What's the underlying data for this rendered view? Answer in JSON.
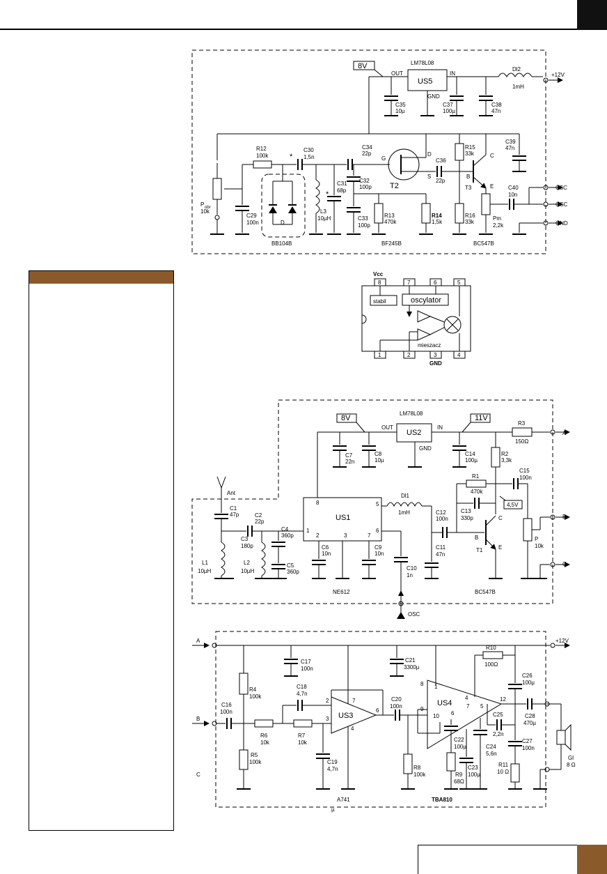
{
  "page": {
    "accent": "#8b5a2b"
  },
  "c1": {
    "reg": "LM78L08",
    "reg_id": "US5",
    "tag8v": "8V",
    "out": "OUT",
    "in": "IN",
    "gnd": "GND",
    "c35": "C35",
    "c35v": "10µ",
    "c37": "C37",
    "c37v": "100µ",
    "c38": "C38",
    "c38v": "47n",
    "dl2": "Dl2",
    "dl2v": "1mH",
    "p12": "+12V",
    "c39": "C39",
    "c39v": "47n",
    "r12": "R12",
    "r12v": "100k",
    "c30": "C30",
    "c30v": "1,5n",
    "c34": "C34",
    "c34v": "22p",
    "g": "G",
    "d": "D",
    "s": "S",
    "c36": "C36",
    "c36v": "22p",
    "r15": "R15",
    "r15v": "33k",
    "b": "B",
    "c": "C",
    "e": "E",
    "c31": "C31",
    "c31v": "68p",
    "c32": "C32",
    "c32v": "100p",
    "t2": "T2",
    "t3": "T3",
    "c40": "C40",
    "c40v": "10n",
    "csc": "CSC",
    "osc": "OSC",
    "pobr": "P",
    "pobr_sub": "obr",
    "pobrv": "10k",
    "c29": "C29",
    "c29v": "100n",
    "dd": "D",
    "l3": "L3",
    "l3v": "10µH",
    "c33": "C33",
    "c33v": "100p",
    "r13": "R13",
    "r13v": "470k",
    "r14": "R14",
    "r14v": "1,5k",
    "r16": "R16",
    "r16v": "33k",
    "pm": "Pm",
    "pmv": "2,2k",
    "gndp": "GND",
    "bb": "BB104B",
    "bf": "BF245B",
    "bc": "BC547B",
    "star": "*"
  },
  "ic": {
    "vcc": "Vcc",
    "gnd": "GND",
    "stabil": "stabil",
    "osc": "oscylator",
    "mix": "mieszacz",
    "pins": [
      "8",
      "7",
      "6",
      "5",
      "1",
      "2",
      "3",
      "4"
    ]
  },
  "c2": {
    "reg": "LM78L08",
    "reg_id": "US2",
    "tag8v": "8V",
    "tag11v": "11V",
    "out": "OUT",
    "in": "IN",
    "gnd": "GND",
    "r3": "R3",
    "r3v": "150Ω",
    "a": "A",
    "c7": "C7",
    "c7v": "22n",
    "c8": "C8",
    "c8v": "10µ",
    "c14": "C14",
    "c14v": "100µ",
    "r2": "R2",
    "r2v": "3,3k",
    "c15": "C15",
    "c15v": "100n",
    "ant": "Ant",
    "p8": "8",
    "p5": "5",
    "dl1": "Dl1",
    "dl1v": "1mH",
    "r1": "R1",
    "r1v": "470k",
    "t45": "4,5V",
    "c1": "C1",
    "c1v": "47p",
    "c2": "C2",
    "c2v": "22p",
    "us1": "US1",
    "c12": "C12",
    "c12v": "100n",
    "c13": "C13",
    "c13v": "330p",
    "c": "C",
    "b": "B",
    "bb": "B",
    "c3": "C3",
    "c3v": "180p",
    "c4": "C4",
    "c4v": "360p",
    "p1": "1",
    "p2": "2",
    "p3": "3",
    "p7": "7",
    "p6": "6",
    "c11": "C11",
    "c11v": "47n",
    "p": "P",
    "pv": "10k",
    "t1": "T1",
    "e": "E",
    "l1": "L1",
    "l1v": "10µH",
    "l2": "L2",
    "l2v": "10µH",
    "c5": "C5",
    "c5v": "360p",
    "c6": "C6",
    "c6v": "10n",
    "c9": "C9",
    "c9v": "10n",
    "c10": "C10",
    "c10v": "1n",
    "cc": "C",
    "ne": "NE612",
    "bc": "BC547B",
    "osc": "OSC"
  },
  "c3": {
    "a": "A",
    "p12": "+12V",
    "c17": "C17",
    "c17v": "100n",
    "c21": "C21",
    "c21v": "3300µ",
    "r10": "R10",
    "r10v": "100Ω",
    "r4": "R4",
    "r4v": "100k",
    "c18": "C18",
    "c18v": "4,7n",
    "p7": "7",
    "p8": "8",
    "p1": "1",
    "c26": "C26",
    "c26v": "100µ",
    "us4": "US4",
    "p4": "4",
    "p12b": "12",
    "p2": "2",
    "c16": "C16",
    "c16v": "100n",
    "c20": "C20",
    "c20v": "100n",
    "us3": "US3",
    "p6": "6",
    "p5": "5",
    "p9": "9",
    "c28": "C28",
    "c28v": "470µ",
    "b": "B",
    "p3": "3",
    "p4b": "4",
    "p10": "10",
    "p6b": "6",
    "p7b": "7",
    "c25": "C25",
    "c25v": "2,2n",
    "r6": "R6",
    "r6v": "10k",
    "r7": "R7",
    "r7v": "10k",
    "c22": "C22",
    "c22v": "100µ",
    "c24": "C24",
    "c24v": "5,6n",
    "c27": "C27",
    "c27v": "100n",
    "r5": "R5",
    "r5v": "100k",
    "c19": "C19",
    "c19v": "4,7n",
    "r8": "R8",
    "r8v": "100k",
    "r9": "R9",
    "r9v": "68Ω",
    "c23": "C23",
    "c23v": "100µ",
    "r11": "R11",
    "r11v": "10 Ω",
    "gl": "Gl",
    "glv": "8 Ω",
    "c": "C",
    "ua": "A741",
    "mu": "µ",
    "tba": "TBA810"
  }
}
